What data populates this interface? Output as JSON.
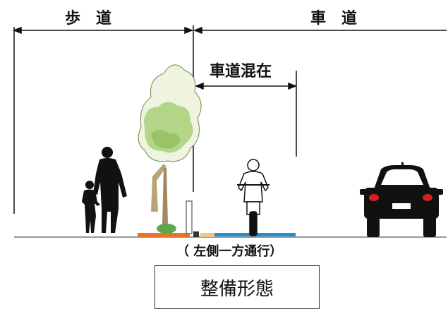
{
  "labels": {
    "sidewalk": "歩道",
    "roadway": "車道",
    "mixed_traffic": "車道混在",
    "direction": "（ 左側一方通行）",
    "form": "整備形態"
  },
  "icons": [
    "pedestrians-icon",
    "tree-icon",
    "bicycle-icon",
    "car-icon"
  ],
  "colors": {
    "planting_strip": "#e8742a",
    "bike_lane_mark": "#1e90d8",
    "curb_strip": "#f0c28a",
    "tree_foliage": "#a8cf78",
    "silhouette": "#111111"
  }
}
